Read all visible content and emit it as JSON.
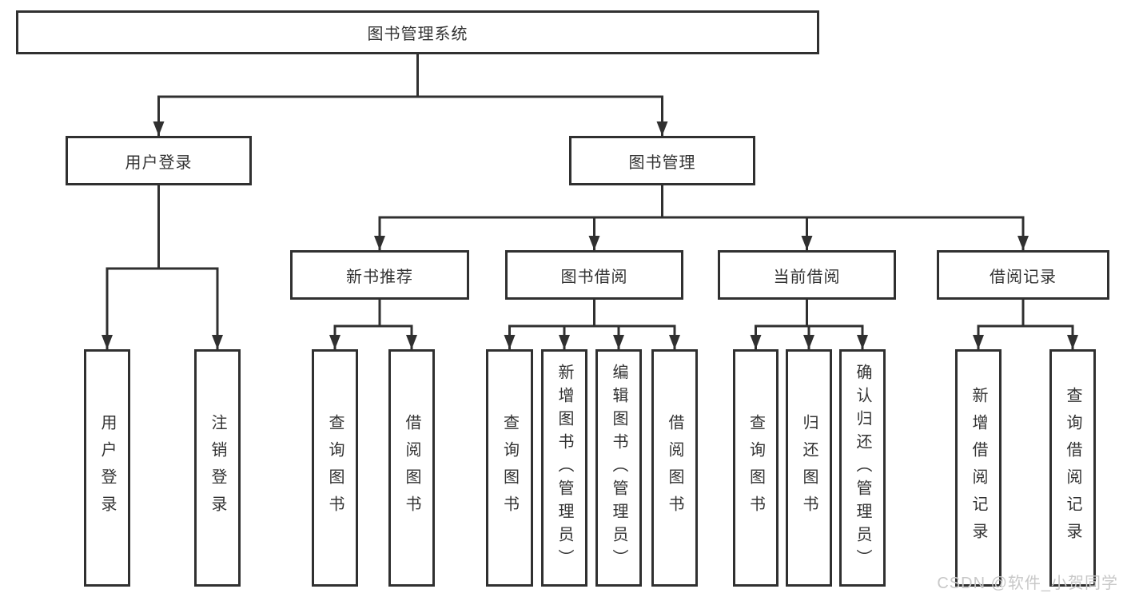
{
  "diagram_type": "hierarchy-tree",
  "watermark": "CSDN @软件_小贺同学",
  "colors": {
    "line": "#303030",
    "border": "#303030",
    "text": "#333333",
    "watermark": "#c8c8c8",
    "background": "#ffffff"
  },
  "nodes": [
    {
      "id": "system",
      "label": "图书管理系统",
      "orientation": "horizontal",
      "level": 1
    },
    {
      "id": "user-login",
      "label": "用户登录",
      "orientation": "horizontal",
      "level": 2
    },
    {
      "id": "book-mgmt",
      "label": "图书管理",
      "orientation": "horizontal",
      "level": 2
    },
    {
      "id": "new-book-rec",
      "label": "新书推荐",
      "orientation": "horizontal",
      "level": 3
    },
    {
      "id": "book-borrow",
      "label": "图书借阅",
      "orientation": "horizontal",
      "level": 3
    },
    {
      "id": "current-borrow",
      "label": "当前借阅",
      "orientation": "horizontal",
      "level": 3
    },
    {
      "id": "borrow-record",
      "label": "借阅记录",
      "orientation": "horizontal",
      "level": 3
    },
    {
      "id": "v-user-login",
      "label": "用户登录",
      "orientation": "vertical",
      "level": 4
    },
    {
      "id": "v-logout",
      "label": "注销登录",
      "orientation": "vertical",
      "level": 4
    },
    {
      "id": "v-query-book-1",
      "label": "查询图书",
      "orientation": "vertical",
      "level": 4
    },
    {
      "id": "v-borrow-book-1",
      "label": "借阅图书",
      "orientation": "vertical",
      "level": 4
    },
    {
      "id": "v-query-book-2",
      "label": "查询图书",
      "orientation": "vertical",
      "level": 4
    },
    {
      "id": "v-add-book",
      "label": "新增图书（管理员）",
      "orientation": "vertical",
      "level": 4
    },
    {
      "id": "v-edit-book",
      "label": "编辑图书（管理员）",
      "orientation": "vertical",
      "level": 4
    },
    {
      "id": "v-borrow-book-2",
      "label": "借阅图书",
      "orientation": "vertical",
      "level": 4
    },
    {
      "id": "v-query-book-3",
      "label": "查询图书",
      "orientation": "vertical",
      "level": 4
    },
    {
      "id": "v-return-book",
      "label": "归还图书",
      "orientation": "vertical",
      "level": 4
    },
    {
      "id": "v-confirm-return",
      "label": "确认归还（管理员）",
      "orientation": "vertical",
      "level": 4
    },
    {
      "id": "v-add-record",
      "label": "新增借阅记录",
      "orientation": "vertical",
      "level": 4
    },
    {
      "id": "v-query-record",
      "label": "查询借阅记录",
      "orientation": "vertical",
      "level": 4
    }
  ],
  "hierarchy": {
    "system": [
      "user-login",
      "book-mgmt"
    ],
    "user-login": [
      "v-user-login",
      "v-logout"
    ],
    "book-mgmt": [
      "new-book-rec",
      "book-borrow",
      "current-borrow",
      "borrow-record"
    ],
    "new-book-rec": [
      "v-query-book-1",
      "v-borrow-book-1"
    ],
    "book-borrow": [
      "v-query-book-2",
      "v-add-book",
      "v-edit-book",
      "v-borrow-book-2"
    ],
    "current-borrow": [
      "v-query-book-3",
      "v-return-book",
      "v-confirm-return"
    ],
    "borrow-record": [
      "v-add-record",
      "v-query-record"
    ]
  }
}
